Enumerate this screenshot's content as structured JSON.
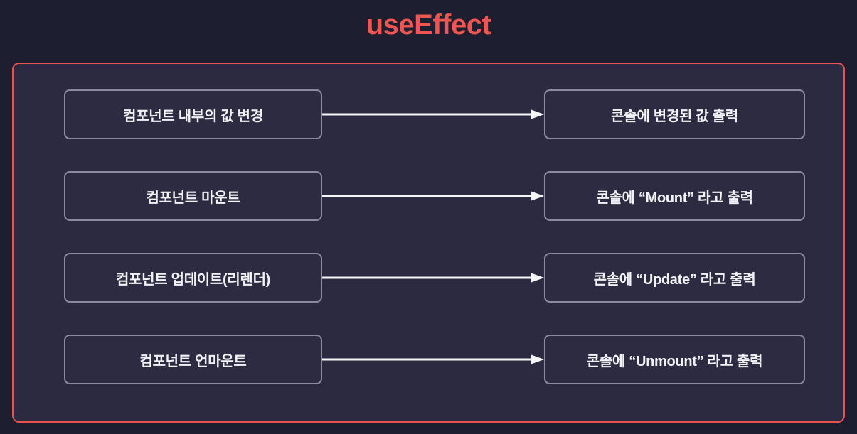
{
  "title": "useEffect",
  "theme": {
    "page_background": "#1d1f31",
    "panel_background": "#2b2a40",
    "panel_border": "#e8524f",
    "title_color": "#f2544f",
    "box_border": "#8b8b9e",
    "box_background": "#2c2b41",
    "box_text": "#f2f2f6",
    "arrow_color": "#f5f5f8"
  },
  "flows": [
    {
      "trigger": "컴포넌트 내부의 값 변경",
      "arrow": "arrow-right-icon",
      "effect": "콘솔에 변경된 값 출력"
    },
    {
      "trigger": "컴포넌트 마운트",
      "arrow": "arrow-right-icon",
      "effect": "콘솔에 “Mount” 라고 출력"
    },
    {
      "trigger": "컴포넌트 업데이트(리렌더)",
      "arrow": "arrow-right-icon",
      "effect": "콘솔에 “Update” 라고 출력"
    },
    {
      "trigger": "컴포넌트 언마운트",
      "arrow": "arrow-right-icon",
      "effect": "콘솔에 “Unmount” 라고 출력"
    }
  ]
}
